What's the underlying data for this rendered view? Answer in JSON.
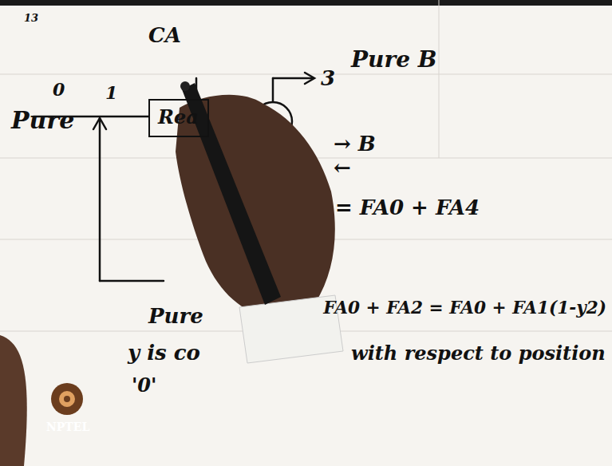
{
  "diagram": {
    "nodes": [
      {
        "text": [
          "Rea"
        ]
      }
    ],
    "labels": [
      "13",
      "CA",
      "3",
      "Pure B",
      "0",
      "1",
      "Pure",
      "→ B",
      "←",
      "= FA0 + FA4",
      "Pure",
      "FA0 + FA2 = FA0 + FA1(1-y2)",
      "y is co",
      "with respect to position",
      "'0'",
      "NPTEL"
    ]
  }
}
